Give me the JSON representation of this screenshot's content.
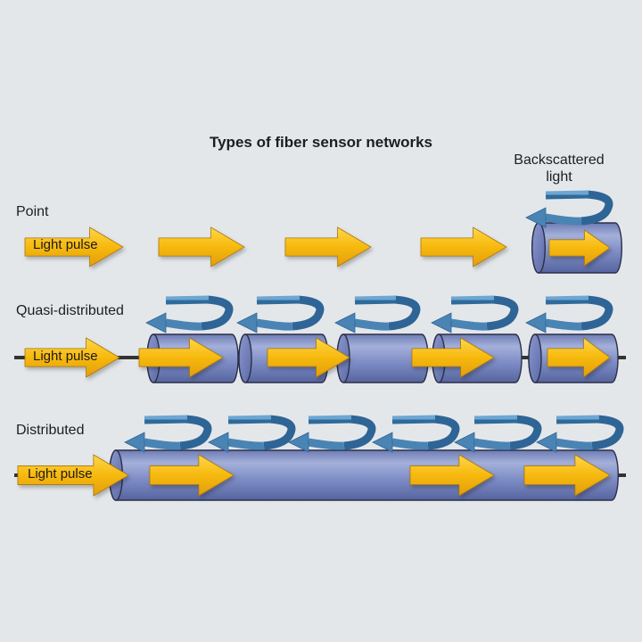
{
  "title": "Types of fiber sensor networks",
  "backscatter_label": {
    "line1": "Backscattered",
    "line2": "light"
  },
  "rows": {
    "point": {
      "label": "Point",
      "pulse_label": "Light pulse"
    },
    "quasi": {
      "label": "Quasi-distributed",
      "pulse_label": "Light pulse"
    },
    "distributed": {
      "label": "Distributed",
      "pulse_label": "Light pulse"
    }
  },
  "colors": {
    "background": "#e4e7ea",
    "pulse_arrow": "#f6b90e",
    "sensor_body": "#8392c7",
    "backscatter_arrow": "#4a84b4",
    "fiber": "#333333"
  }
}
